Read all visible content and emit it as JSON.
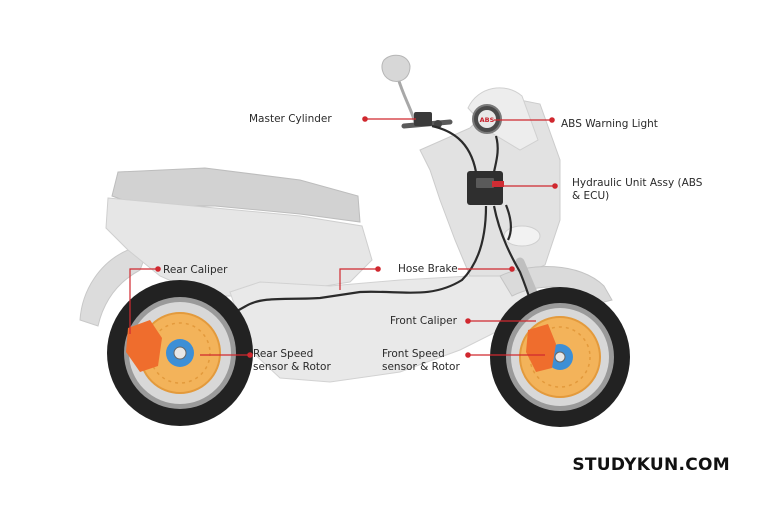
{
  "brand": "STUDYKUN.COM",
  "colors": {
    "body": "#e4e4e4",
    "body_dark": "#c9c9c9",
    "tire": "#222222",
    "rim": "#9a9a9a",
    "rotor": "#f3b35a",
    "caliper": "#ef6d2d",
    "hub": "#3d8fd6",
    "leader_line": "#d0282f",
    "brake_hose": "#2b2b2b",
    "label_text": "#2a2a2a"
  },
  "labels": {
    "master_cylinder": "Master Cylinder",
    "abs_warning_light": "ABS Warning Light",
    "hydraulic_unit": "Hydraulic Unit Assy (ABS & ECU)",
    "rear_caliper": "Rear Caliper",
    "hose_brake": "Hose Brake",
    "front_caliper": "Front Caliper",
    "rear_speed_sensor": "Rear Speed sensor & Rotor",
    "front_speed_sensor": "Front Speed sensor & Rotor"
  },
  "gauge_text": "ABS"
}
